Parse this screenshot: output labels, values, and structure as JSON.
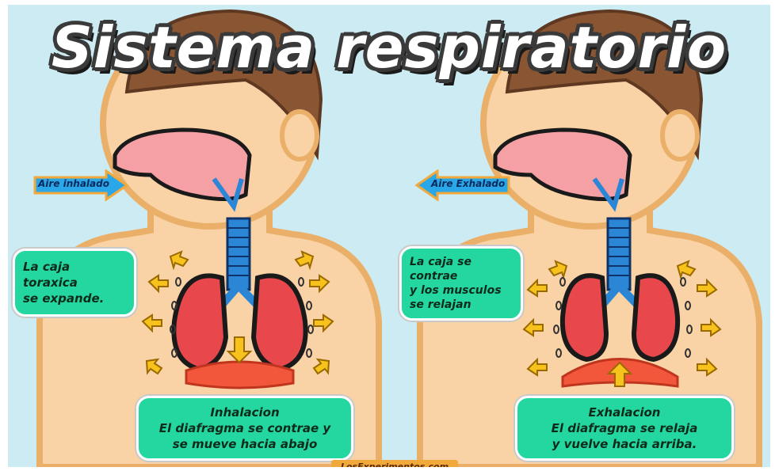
{
  "title": "Sistema respiratorio",
  "left": {
    "air_label": "Aire inhalado",
    "side_note": [
      "La caja toraxica",
      "se expande."
    ],
    "bottom_note": [
      "Inhalacion",
      "El diafragma se contrae y",
      "se mueve hacia abajo"
    ]
  },
  "right": {
    "air_label": "Aire Exhalado",
    "side_note": [
      "La caja se contrae",
      "y los musculos",
      "se relajan"
    ],
    "bottom_note": [
      "Exhalacion",
      "El diafragma se relaja",
      "y vuelve hacia arriba."
    ]
  },
  "credit": "LosExperimentos.com",
  "colors": {
    "background": "#cdebf3",
    "skin": "#f9d2a5",
    "hair": "#8a5533",
    "lungs": "#e8474c",
    "airway": "#2c86d6",
    "arrows": "#f7c21b",
    "bubbles": "#24d6a0"
  }
}
